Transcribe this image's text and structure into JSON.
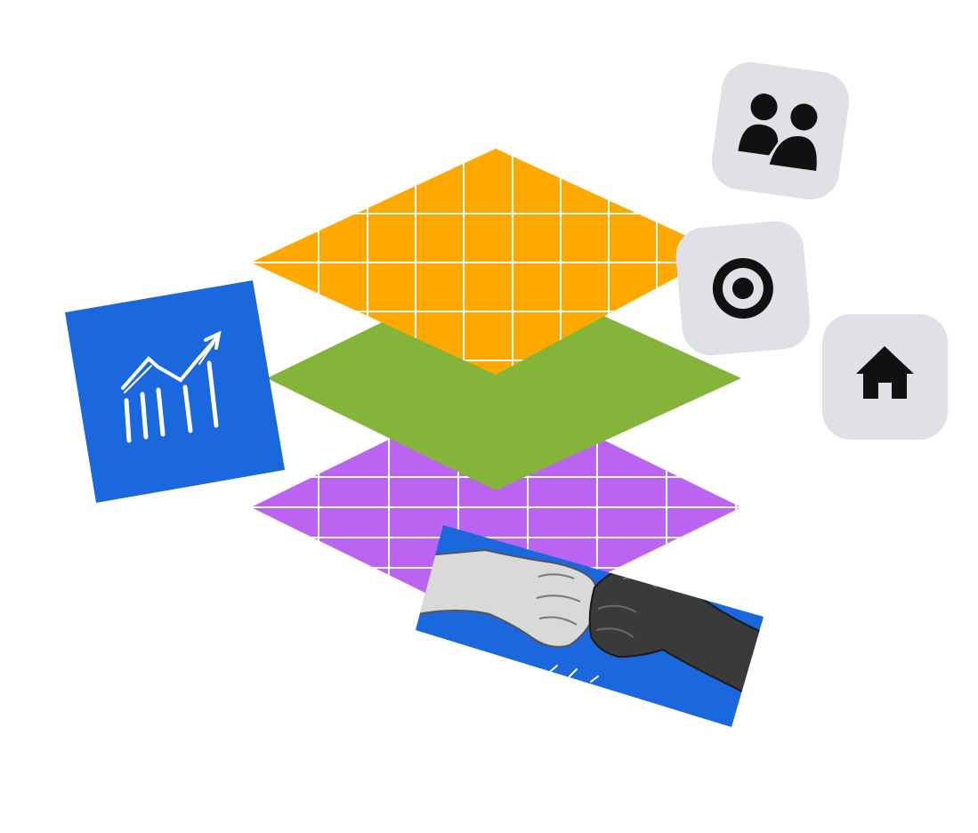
{
  "illustration": {
    "layers": [
      {
        "name": "top-layer",
        "color": "#FFA800",
        "pattern": "grid"
      },
      {
        "name": "middle-layer",
        "color": "#84B53A",
        "pattern": "solid"
      },
      {
        "name": "bottom-layer",
        "color": "#BC64F2",
        "pattern": "grid"
      }
    ],
    "cards": [
      {
        "name": "growth-chart-card",
        "color": "#1A67DE",
        "icon": "trend-chart-icon"
      },
      {
        "name": "fist-bump-photo",
        "color": "#1A67DE",
        "icon": "fist-bump-icon"
      }
    ],
    "tiles": [
      {
        "name": "people-tile",
        "color": "#E0E1E6",
        "icon": "people-icon"
      },
      {
        "name": "target-tile",
        "color": "#E0E1E6",
        "icon": "target-icon"
      },
      {
        "name": "home-tile",
        "color": "#E0E1E6",
        "icon": "home-icon"
      }
    ],
    "icon_color": "#111111",
    "grid_line_color": "#FFFFFF"
  }
}
